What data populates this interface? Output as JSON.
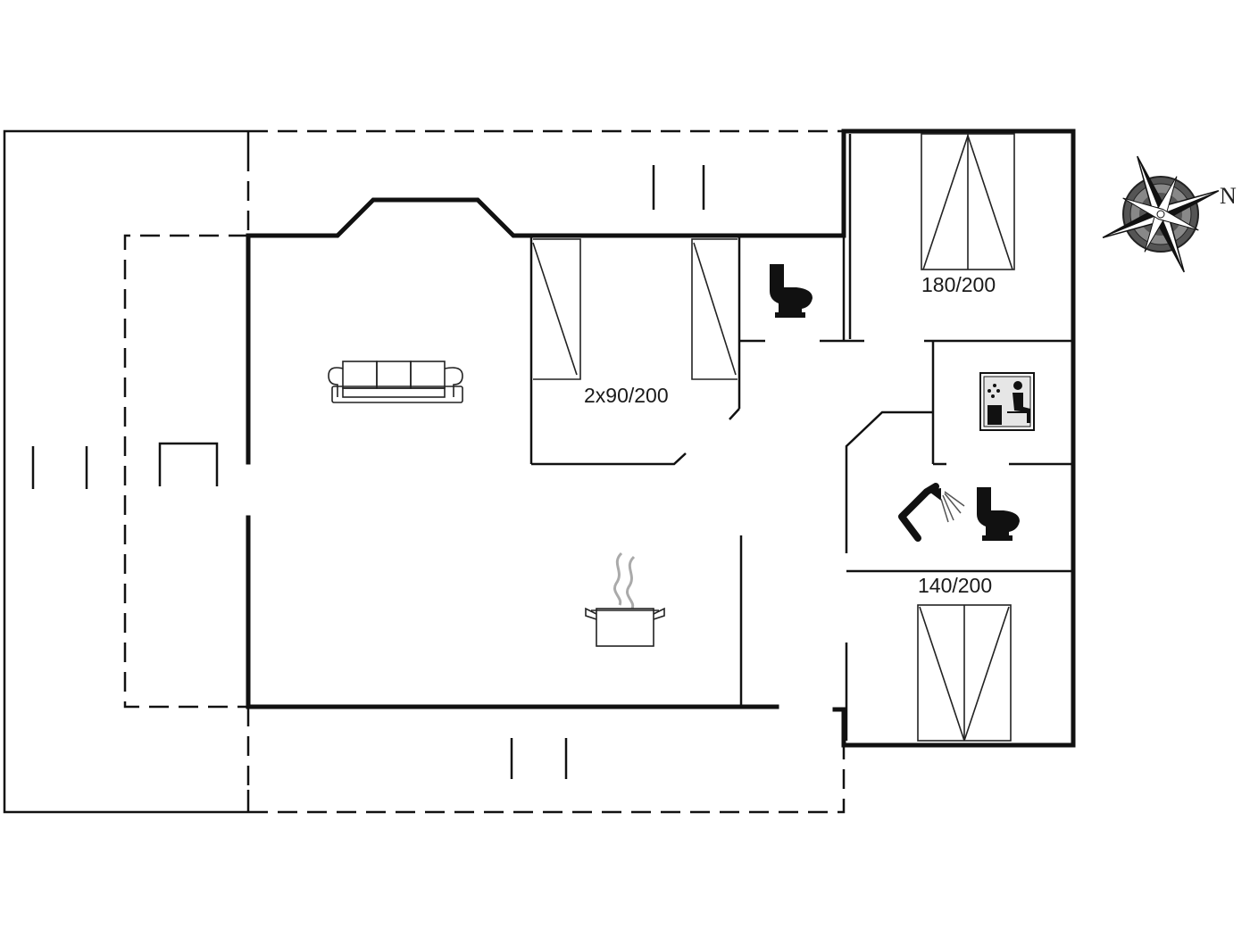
{
  "rooms": {
    "double_bed_top": {
      "label": "180/200"
    },
    "twin_beds": {
      "label": "2x90/200"
    },
    "double_bed_bottom": {
      "label": "140/200"
    }
  },
  "compass": {
    "north_label": "N"
  },
  "icons": {
    "living": "sofa-icon",
    "kitchen": "cooking-pot-icon",
    "wc": "toilet-icon",
    "bath_toilet": "toilet-icon",
    "shower": "shower-icon",
    "sauna": "sauna-icon",
    "compass": "compass-rose-icon"
  },
  "colors": {
    "line": "#111111",
    "background": "#ffffff"
  }
}
